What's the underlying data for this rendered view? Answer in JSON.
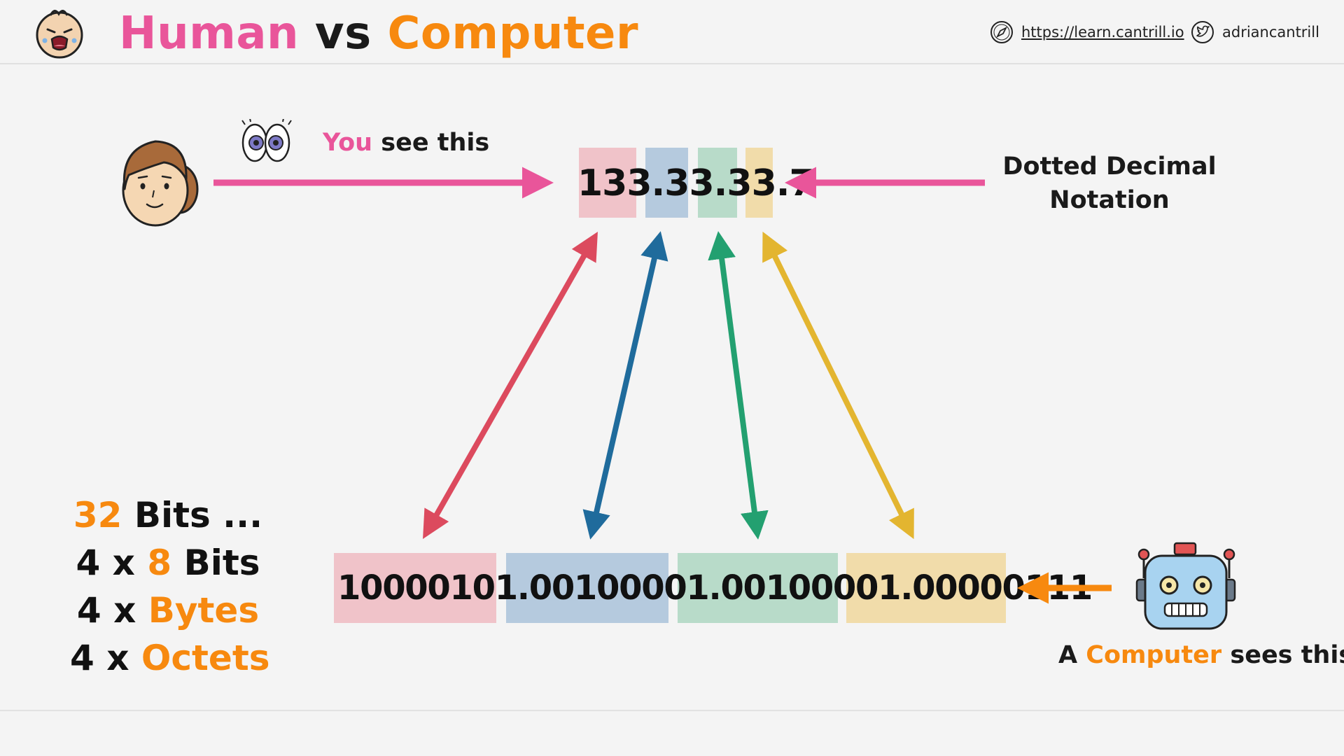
{
  "header": {
    "title_part1": "Human",
    "title_part2": "vs",
    "title_part3": "Computer",
    "url": "https://learn.cantrill.io",
    "twitter": "adriancantrill"
  },
  "human": {
    "you": "You",
    "see_this": "see this"
  },
  "notation": {
    "line1": "Dotted Decimal",
    "line2": "Notation"
  },
  "decimal_ip": "133.33.33.7",
  "binary_ip": "10000101.00100001.00100001.00000111",
  "bits_list": {
    "r1_num": "32",
    "r1_rest": "Bits ...",
    "r2_pre": "4 x",
    "r2_num": "8",
    "r2_rest": "Bits",
    "r3_pre": "4 x",
    "r3_word": "Bytes",
    "r4_pre": "4 x",
    "r4_word": "Octets"
  },
  "computer": {
    "a": "A",
    "word": "Computer",
    "rest": "sees this"
  },
  "colors": {
    "pink": "#e9559a",
    "orange": "#f7890f",
    "red_arrow": "#dc4a5e",
    "blue_arrow": "#1f6b9c",
    "green_arrow": "#23a070",
    "yellow_arrow": "#e3b530",
    "octet1_bg": "#f0c3c9",
    "octet2_bg": "#b5cade",
    "octet3_bg": "#b8dbc9",
    "octet4_bg": "#f1dcaa"
  },
  "icons": [
    "crying-baby-icon",
    "compass-icon",
    "twitter-icon",
    "eyes-icon",
    "human-face-icon",
    "robot-icon"
  ]
}
